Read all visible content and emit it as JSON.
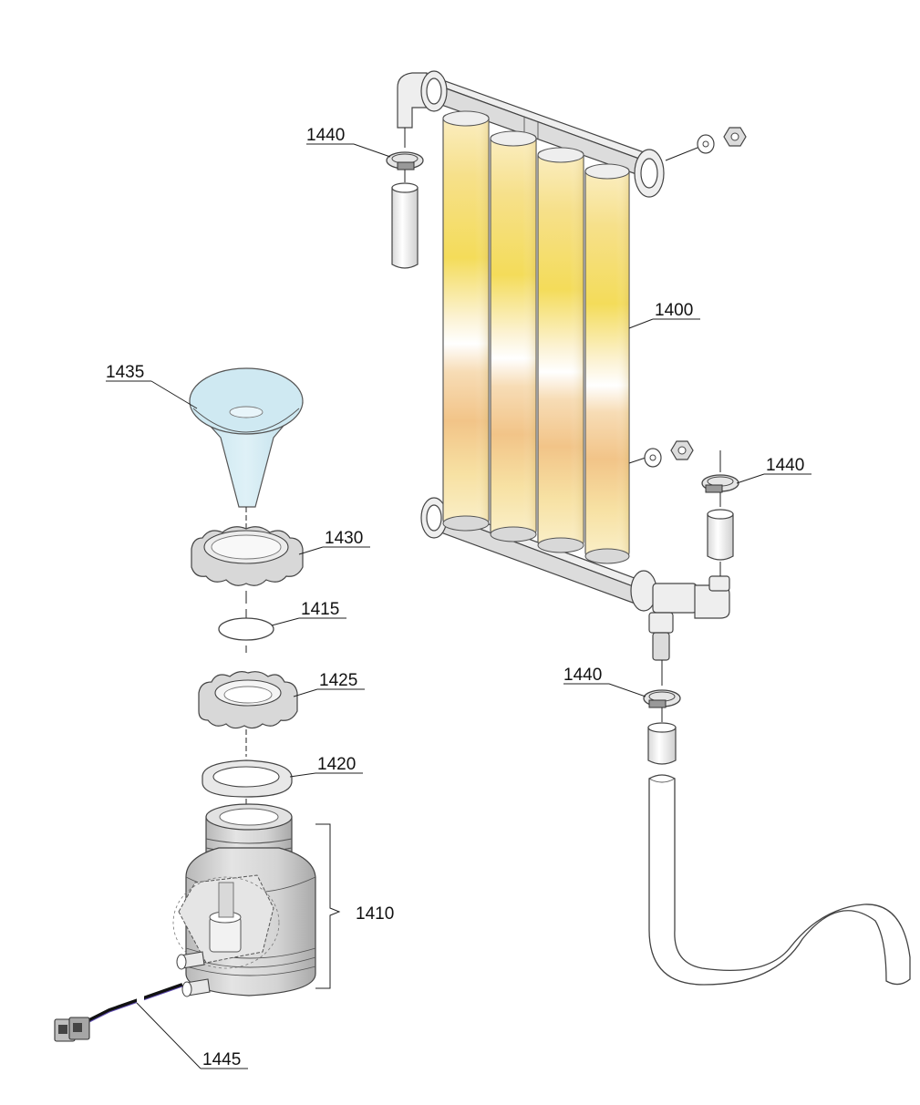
{
  "callouts": {
    "c1440_top": "1440",
    "c1400": "1400",
    "c1435": "1435",
    "c1430": "1430",
    "c1415": "1415",
    "c1425": "1425",
    "c1420": "1420",
    "c1410": "1410",
    "c1445": "1445",
    "c1440_right": "1440",
    "c1440_lower": "1440"
  },
  "colors": {
    "tube_gold": "#f4dc5a",
    "tube_orange": "#f2c488",
    "funnel_blue": "#cfe9f2",
    "metal_grey": "#e6e6e6",
    "tank_grey": "#cccccc"
  }
}
